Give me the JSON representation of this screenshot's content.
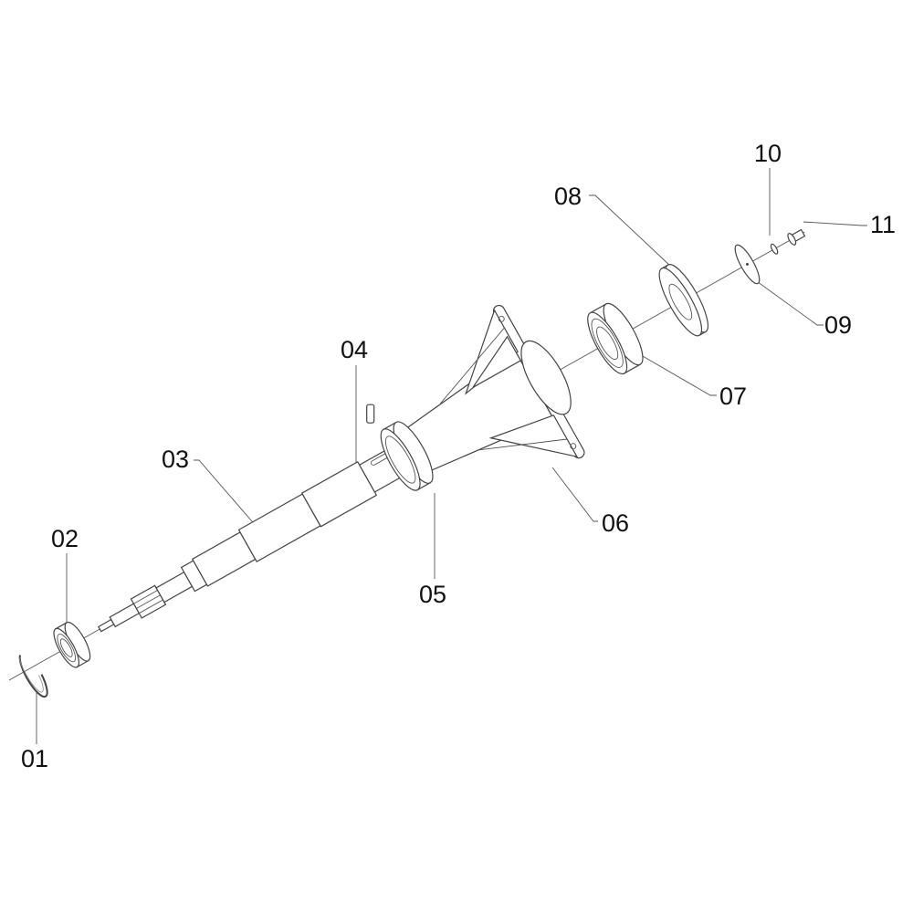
{
  "diagram": {
    "type": "exploded-parts-view",
    "colors": {
      "line": "#444444",
      "background": "#ffffff"
    },
    "parts": [
      {
        "id": "01",
        "label": "01"
      },
      {
        "id": "02",
        "label": "02"
      },
      {
        "id": "03",
        "label": "03"
      },
      {
        "id": "04",
        "label": "04"
      },
      {
        "id": "05",
        "label": "05"
      },
      {
        "id": "06",
        "label": "06"
      },
      {
        "id": "07",
        "label": "07"
      },
      {
        "id": "08",
        "label": "08"
      },
      {
        "id": "09",
        "label": "09"
      },
      {
        "id": "10",
        "label": "10"
      },
      {
        "id": "11",
        "label": "11"
      }
    ]
  }
}
